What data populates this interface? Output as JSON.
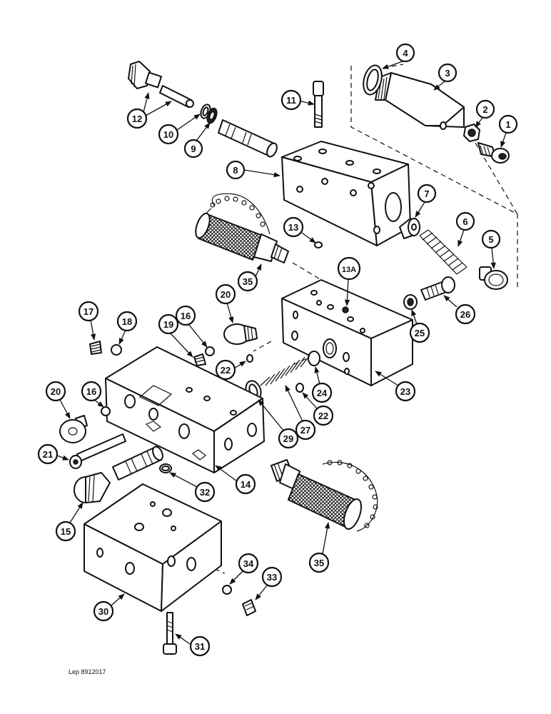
{
  "diagram": {
    "reference": "Lep 8912017",
    "callouts": [
      "1",
      "2",
      "3",
      "4",
      "5",
      "6",
      "7",
      "8",
      "9",
      "10",
      "11",
      "12",
      "13",
      "13A",
      "14",
      "15",
      "16",
      "16",
      "17",
      "18",
      "19",
      "20",
      "20",
      "21",
      "22",
      "22",
      "23",
      "24",
      "25",
      "26",
      "27",
      "29",
      "30",
      "31",
      "32",
      "33",
      "34",
      "35",
      "35"
    ]
  }
}
